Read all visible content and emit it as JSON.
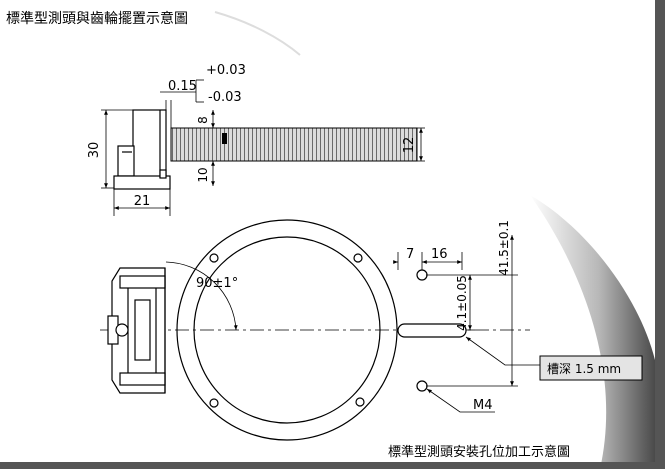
{
  "title_top": "標準型測頭與齒輪擺置示意圖",
  "title_bottom": "標準型測頭安裝孔位加工示意圖",
  "dims": {
    "gap_nominal": "0.15",
    "gap_upper": "+0.03",
    "gap_lower": "-0.03",
    "height_total": "30",
    "upper_offset": "8",
    "lower_offset": "10",
    "gear_thickness": "12",
    "base_width": "21",
    "angle": "90±1°",
    "hole_offset_x": "7",
    "hole_spacing_x": "16",
    "hole_height": "41.5±0.1",
    "slot_offset": "4.1±0.05",
    "slot_depth_label": "槽深 1.5 mm",
    "thread": "M4"
  },
  "colors": {
    "line": "#000000",
    "gear_fill": "#d6d6d6",
    "callout_fill": "#e4e4e4",
    "shadow": "#5a5a5a"
  }
}
